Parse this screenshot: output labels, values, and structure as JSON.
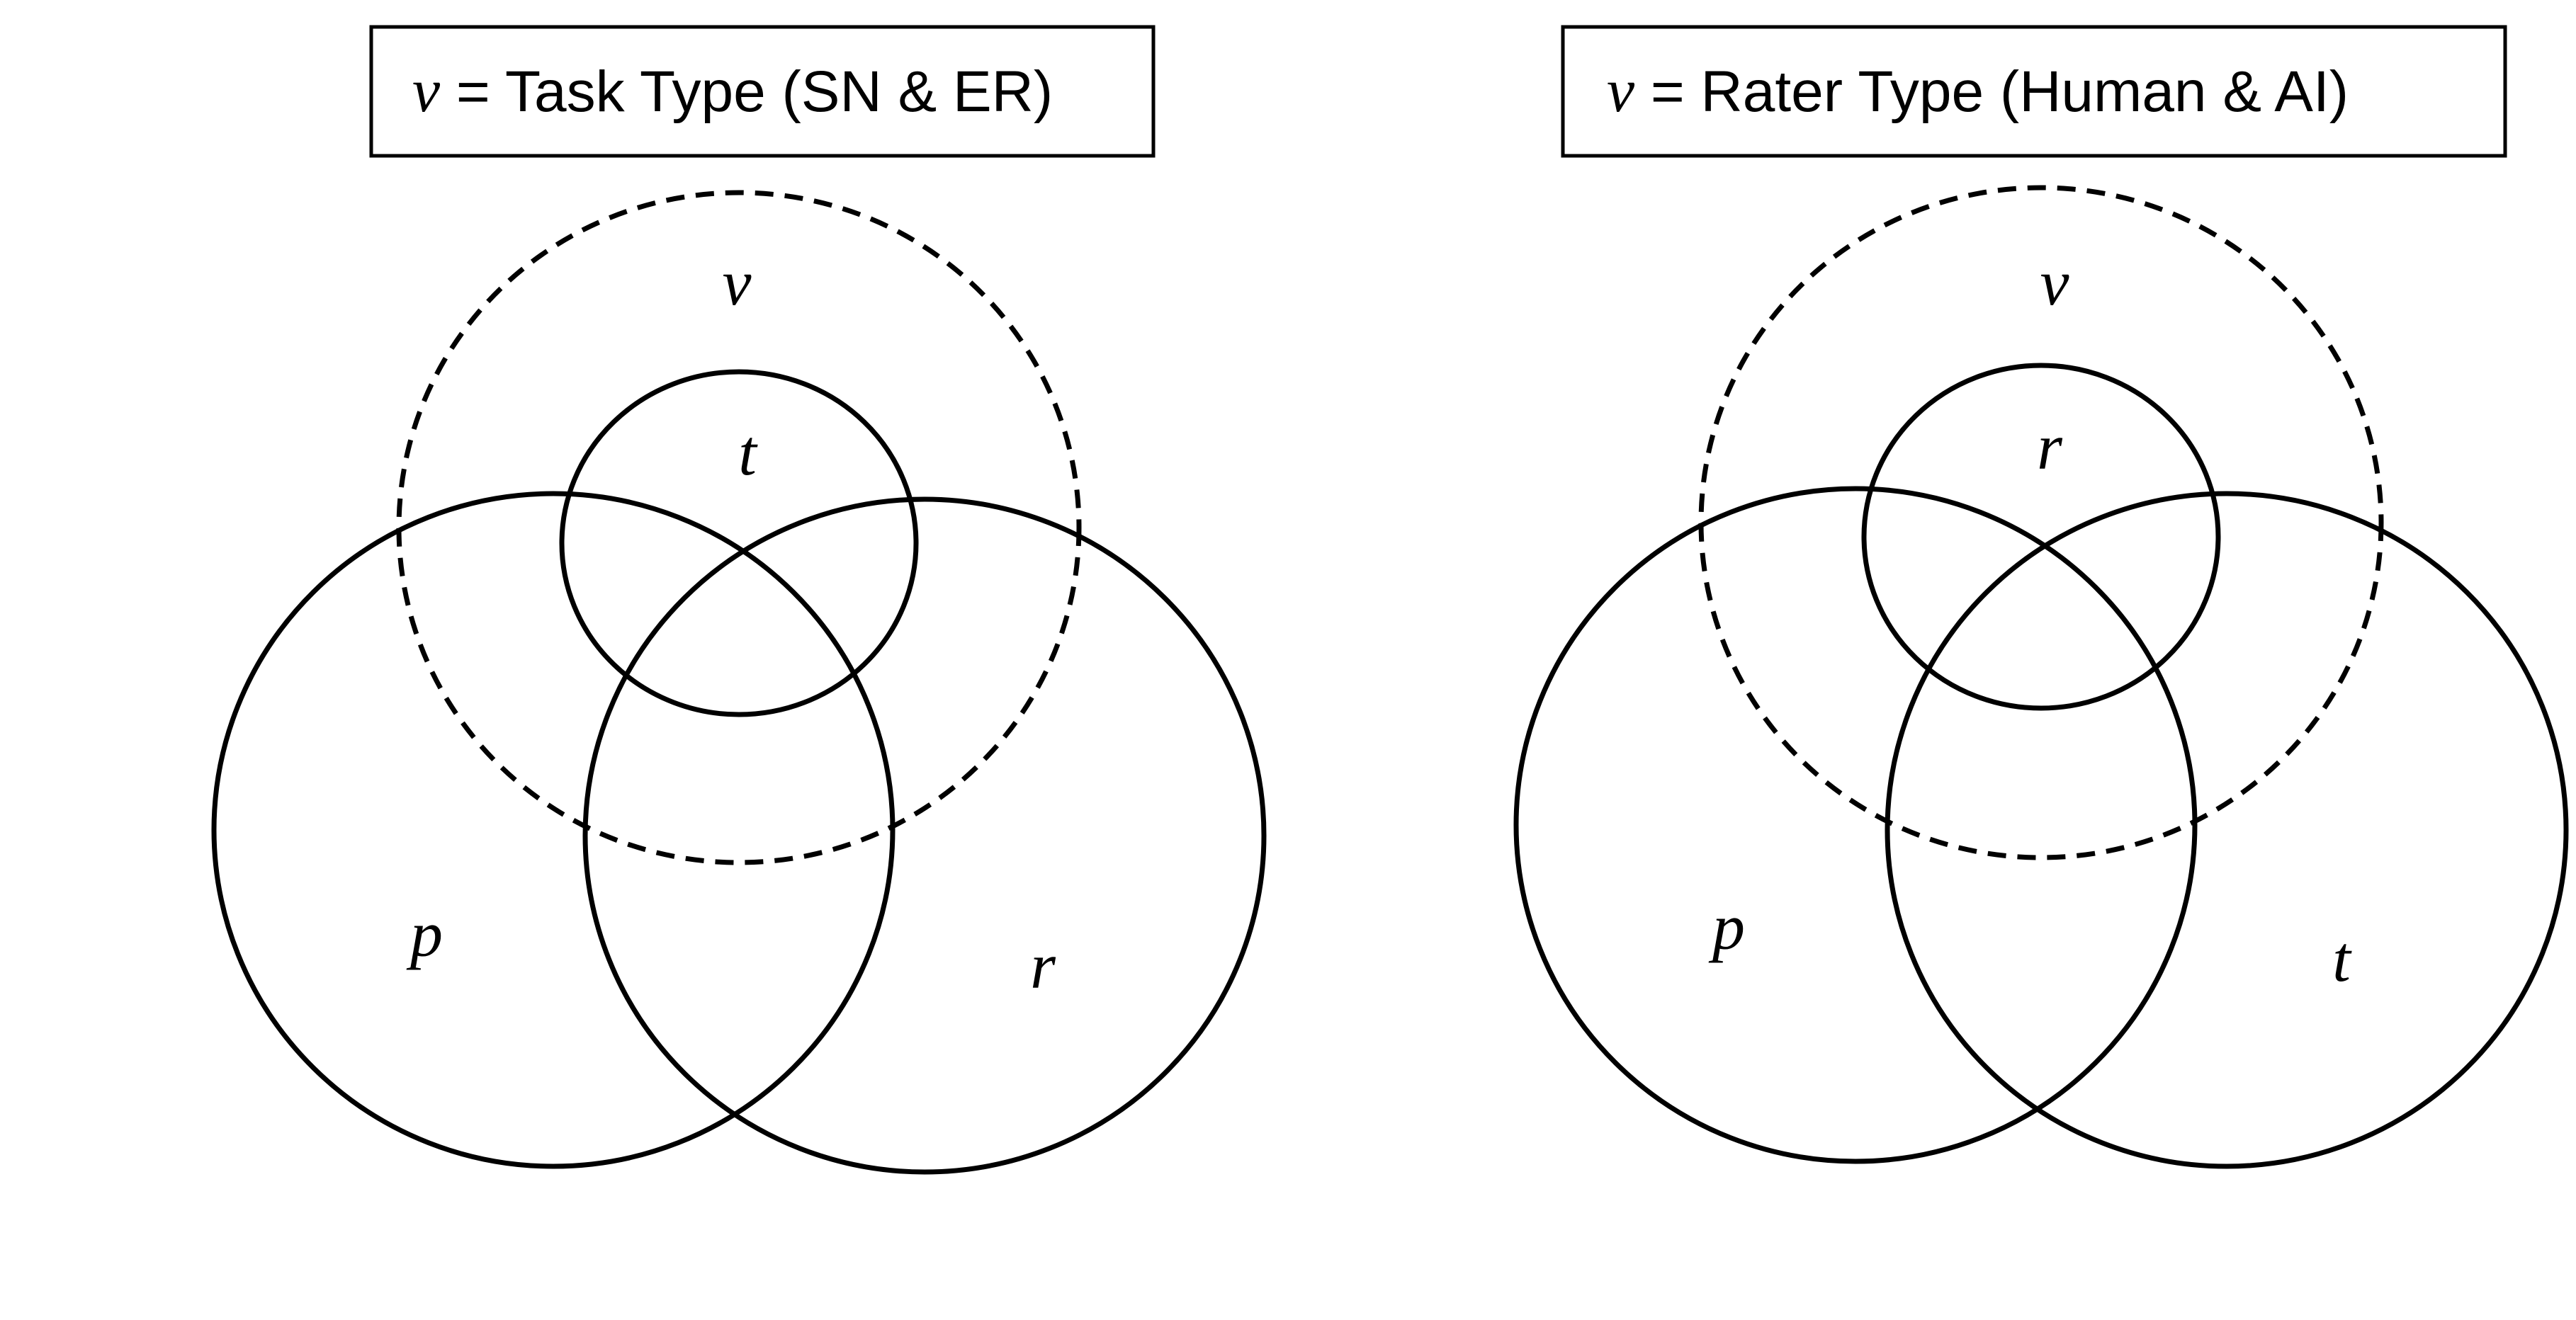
{
  "panels": [
    {
      "title_var": "v",
      "title_text": " = Task Type (SN & ER)",
      "labels": {
        "outer_dashed": "v",
        "top_circle": "t",
        "left_circle": "p",
        "right_circle": "r"
      }
    },
    {
      "title_var": "v",
      "title_text": " = Rater Type (Human & AI)",
      "labels": {
        "outer_dashed": "v",
        "top_circle": "r",
        "left_circle": "p",
        "right_circle": "t"
      }
    }
  ]
}
